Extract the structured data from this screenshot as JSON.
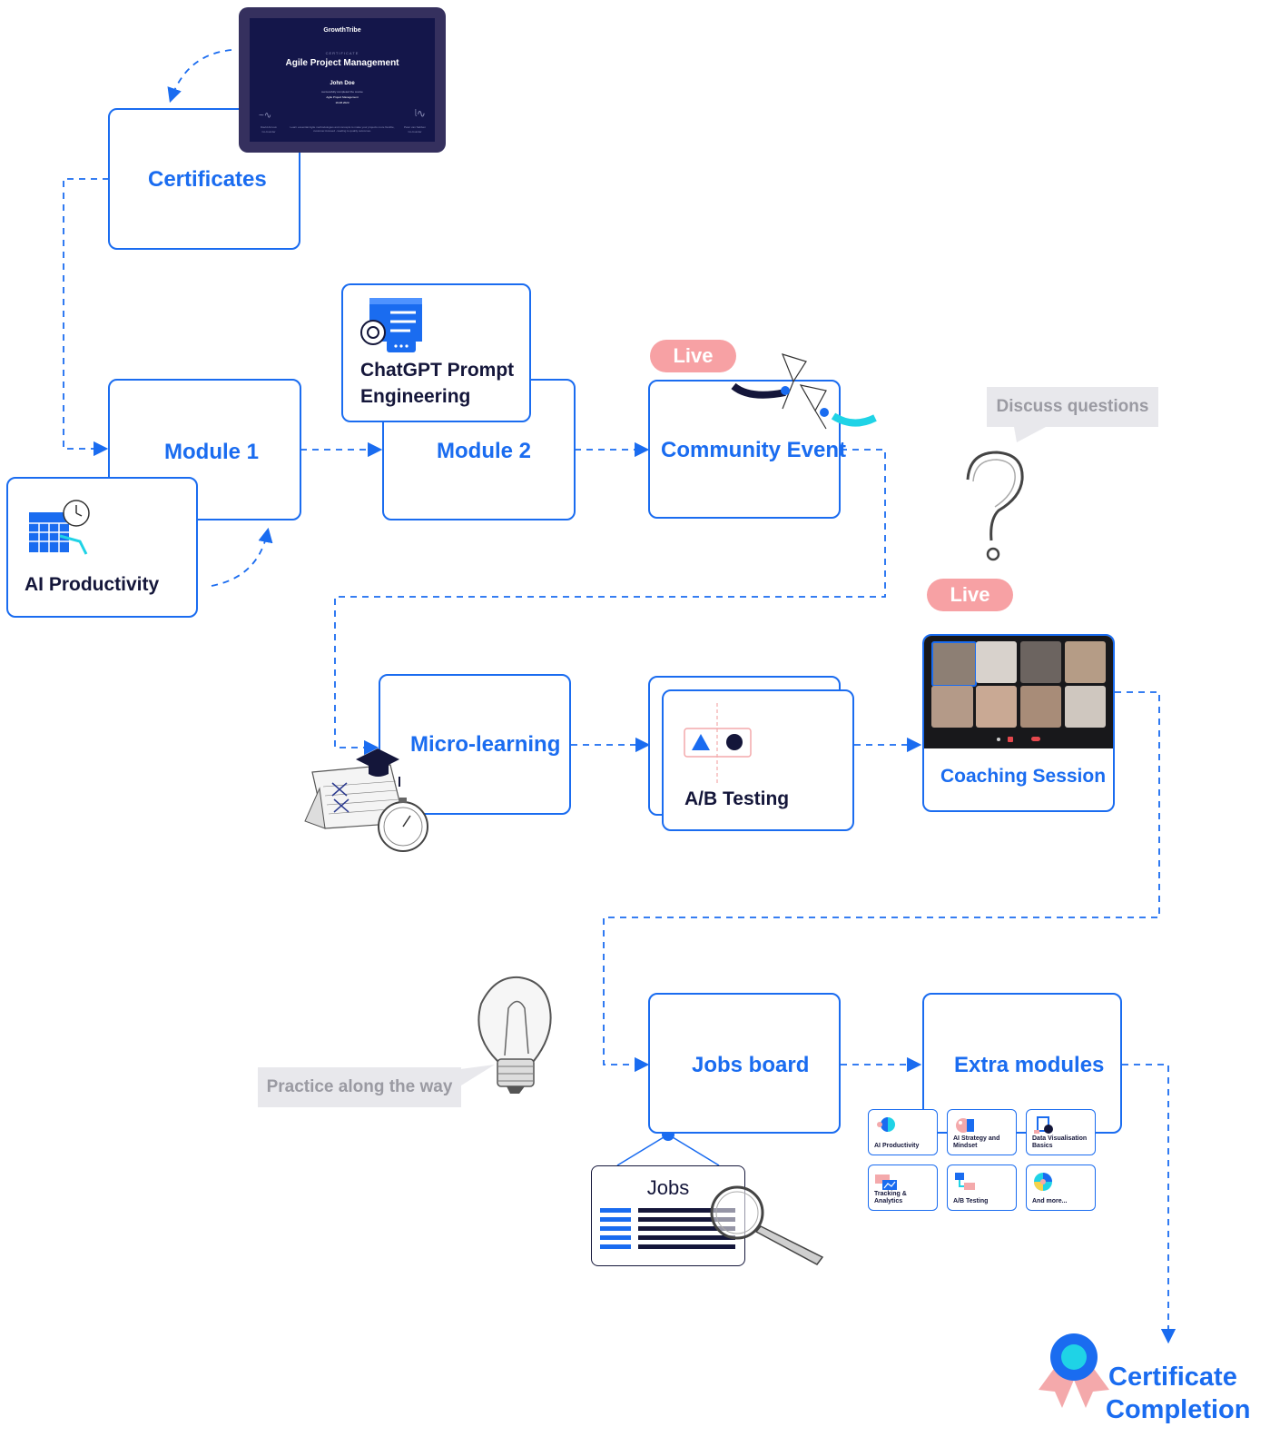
{
  "certificate_card": {
    "brand": "GrowthTribe",
    "kicker": "CERTIFICATE",
    "course_title": "Agile Project Management",
    "recipient": "John Doe",
    "completed_line": "successfully completed the course",
    "course_small": "Agile Project Management",
    "date": "16.08.2023",
    "left_signer": "David Arnoux",
    "left_role": "Co-founder",
    "right_signer": "Peter van Sabben",
    "right_role": "Co-founder",
    "description": "Learn essential Agile methodologies and concepts to make your projects more flexible, customer-focused - leading to quality outcomes."
  },
  "nodes": {
    "certificates": "Certificates",
    "module1": "Module 1",
    "ai_productivity": "AI Productivity",
    "chatgpt_line1": "ChatGPT Prompt",
    "chatgpt_line2": "Engineering",
    "module2": "Module 2",
    "community_event": "Community Event",
    "micro_learning": "Micro-learning",
    "ab_testing": "A/B Testing",
    "coaching_session": "Coaching Session",
    "jobs_board": "Jobs board",
    "jobs": "Jobs",
    "extra_modules": "Extra modules",
    "certificate_line1": "Certificate",
    "certificate_line2": "Completion"
  },
  "badges": {
    "live_1": "Live",
    "live_2": "Live"
  },
  "bubbles": {
    "discuss": "Discuss questions",
    "practice": "Practice along the way"
  },
  "extra_module_tiles": [
    {
      "label": "AI Productivity",
      "icon": "brain-icon"
    },
    {
      "label": "AI Strategy and Mindset",
      "icon": "strategy-icon"
    },
    {
      "label": "Data Visualisation Basics",
      "icon": "chart-icon"
    },
    {
      "label": "Tracking & Analytics",
      "icon": "analytics-icon"
    },
    {
      "label": "A/B Testing",
      "icon": "ab-icon"
    },
    {
      "label": "And more...",
      "icon": "more-icon"
    }
  ],
  "colors": {
    "accent": "#1a6cf0",
    "navy": "#14163a",
    "live_pink": "#f7a1a4",
    "cyan": "#1fd3e6",
    "certificate_bg": "#14164a"
  }
}
